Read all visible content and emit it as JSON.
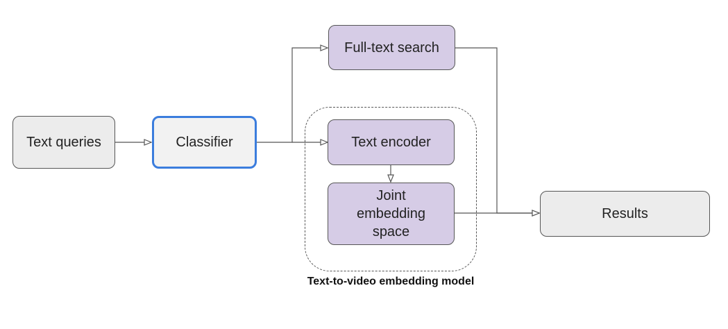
{
  "nodes": {
    "text_queries": "Text queries",
    "classifier": "Classifier",
    "full_text_search": "Full-text search",
    "text_encoder": "Text encoder",
    "joint_embedding_space": "Joint embedding space",
    "results": "Results"
  },
  "group": {
    "label": "Text-to-video embedding model"
  },
  "colors": {
    "process_fill": "#d6cce6",
    "io_fill": "#ececec",
    "selected_border": "#3b7ddd",
    "line": "#555555"
  }
}
